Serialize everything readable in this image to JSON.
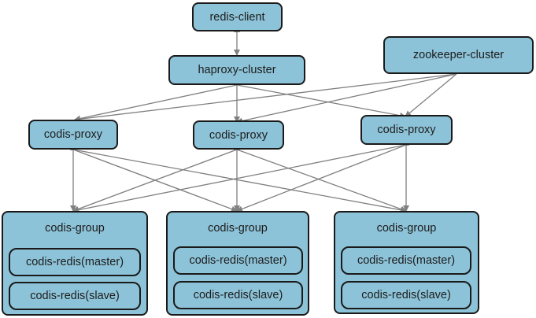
{
  "nodes": {
    "client": "redis-client",
    "haproxy": "haproxy-cluster",
    "zookeeper": "zookeeper-cluster",
    "proxy1": "codis-proxy",
    "proxy2": "codis-proxy",
    "proxy3": "codis-proxy"
  },
  "groups": [
    {
      "title": "codis-group",
      "master": "codis-redis(master)",
      "slave": "codis-redis(slave)"
    },
    {
      "title": "codis-group",
      "master": "codis-redis(master)",
      "slave": "codis-redis(slave)"
    },
    {
      "title": "codis-group",
      "master": "codis-redis(master)",
      "slave": "codis-redis(slave)"
    }
  ],
  "colors": {
    "node_fill": "#8dc3d8",
    "border": "#1a1a1a",
    "arrow": "#808080"
  }
}
